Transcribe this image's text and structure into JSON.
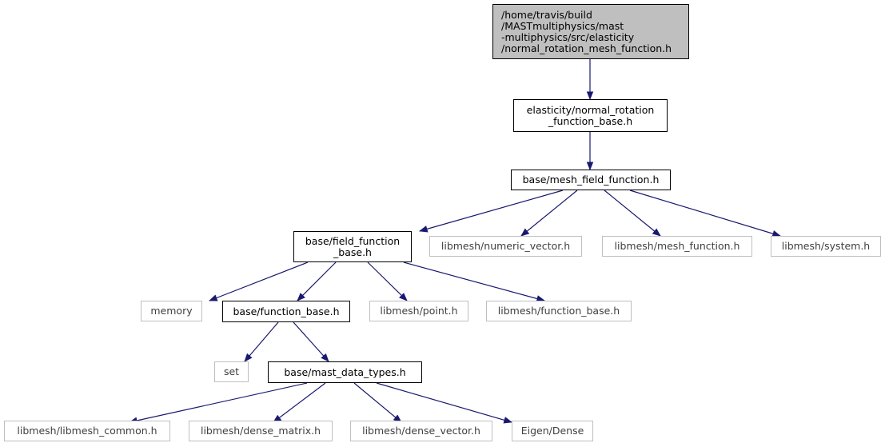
{
  "colors": {
    "edge": "#191970",
    "root_fill": "#bfbfbf",
    "external_border": "#bfbfbf",
    "internal_border": "#000000"
  },
  "nodes": {
    "root": "/home/travis/build\n/MASTmultiphysics/mast\n-multiphysics/src/elasticity\n/normal_rotation_mesh_function.h",
    "normal_rotation_function_base": "elasticity/normal_rotation\n_function_base.h",
    "mesh_field_function": "base/mesh_field_function.h",
    "field_function_base": "base/field_function\n_base.h",
    "numeric_vector": "libmesh/numeric_vector.h",
    "mesh_function": "libmesh/mesh_function.h",
    "system": "libmesh/system.h",
    "memory": "memory",
    "function_base": "base/function_base.h",
    "point": "libmesh/point.h",
    "libmesh_function_base": "libmesh/function_base.h",
    "set": "set",
    "mast_data_types": "base/mast_data_types.h",
    "libmesh_common": "libmesh/libmesh_common.h",
    "dense_matrix": "libmesh/dense_matrix.h",
    "dense_vector": "libmesh/dense_vector.h",
    "eigen_dense": "Eigen/Dense"
  }
}
